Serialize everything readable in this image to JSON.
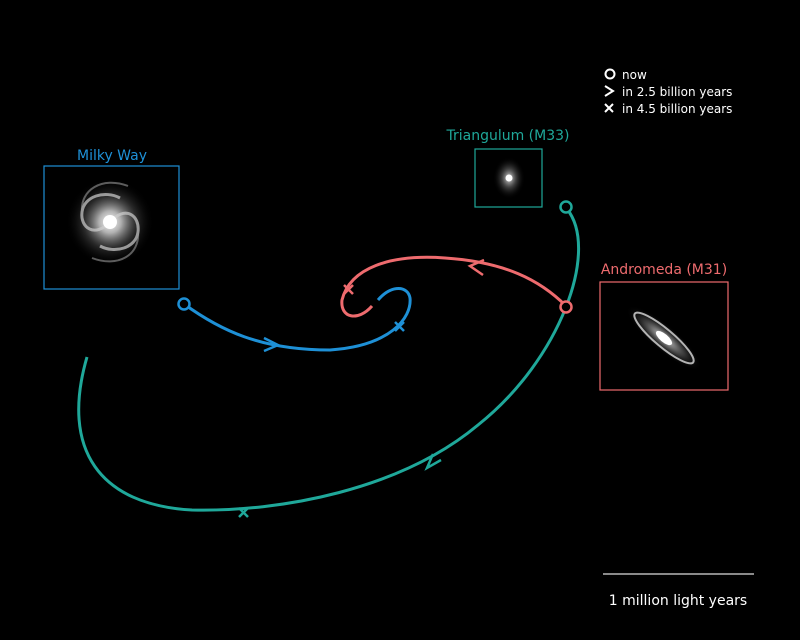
{
  "legend": {
    "now": "now",
    "in_2_5": "in 2.5 billion years",
    "in_4_5": "in 4.5 billion years"
  },
  "galaxies": {
    "milky_way": {
      "label": "Milky Way",
      "color": "#1e90d6"
    },
    "triangulum": {
      "label": "Triangulum (M33)",
      "color": "#1fa89a"
    },
    "andromeda": {
      "label": "Andromeda (M31)",
      "color": "#ee6b6e"
    }
  },
  "scale_bar": {
    "label": "1 million light years"
  },
  "colors": {
    "background": "#000000",
    "text": "#ffffff"
  }
}
